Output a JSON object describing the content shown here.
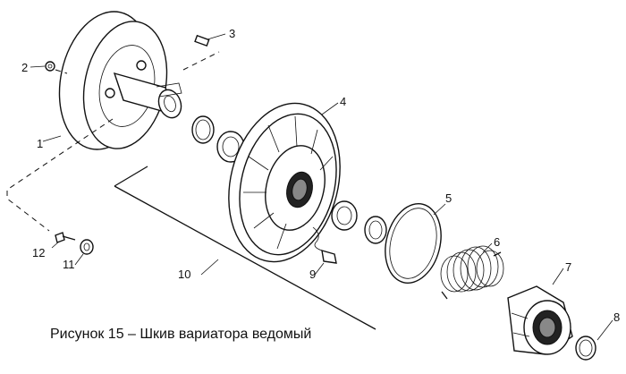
{
  "caption": "Рисунок 15 – Шкив вариатора ведомый",
  "callouts": [
    "1",
    "2",
    "3",
    "4",
    "5",
    "6",
    "7",
    "8",
    "9",
    "10",
    "11",
    "12"
  ]
}
